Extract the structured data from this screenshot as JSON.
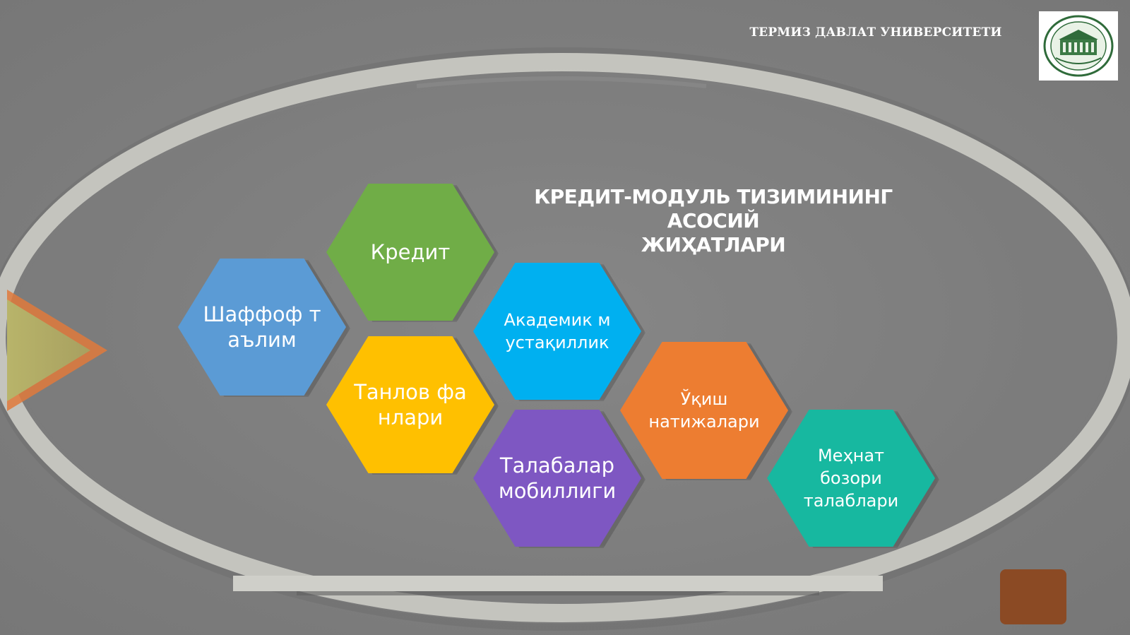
{
  "header": {
    "university_name": "ТЕРМИЗ ДАВЛАТ УНИВЕРСИТЕТИ"
  },
  "logo": {
    "icon": "university-seal-icon"
  },
  "title": {
    "line1": "КРЕДИТ-МОДУЛЬ ТИЗИМИНИНГ АСОСИЙ",
    "line2": "ЖИҲАТЛАРИ"
  },
  "hexagons": [
    {
      "id": "shaffof",
      "label": "Шаффоф таълим",
      "color": "#5b9bd5"
    },
    {
      "id": "kredit",
      "label": "Кредит",
      "color": "#70ad47"
    },
    {
      "id": "tanlov",
      "label": "Танлов фанлари",
      "color": "#ffc000"
    },
    {
      "id": "akademik",
      "label": "Академик мустақиллик",
      "color": "#00b0f0"
    },
    {
      "id": "talabalar",
      "label": "Талабалар мобиллиги",
      "color": "#7e57c2"
    },
    {
      "id": "uqish",
      "label": "Ўқиш натижалари",
      "color": "#ed7d31"
    },
    {
      "id": "mehnat",
      "label": "Меҳнат бозори талаблари",
      "color": "#17b8a0"
    }
  ],
  "colors": {
    "background": "#7f7f7f",
    "frame": "#cfcfc9",
    "accent_triangle": "#e07a3c",
    "corner_square": "#8b4a24"
  }
}
